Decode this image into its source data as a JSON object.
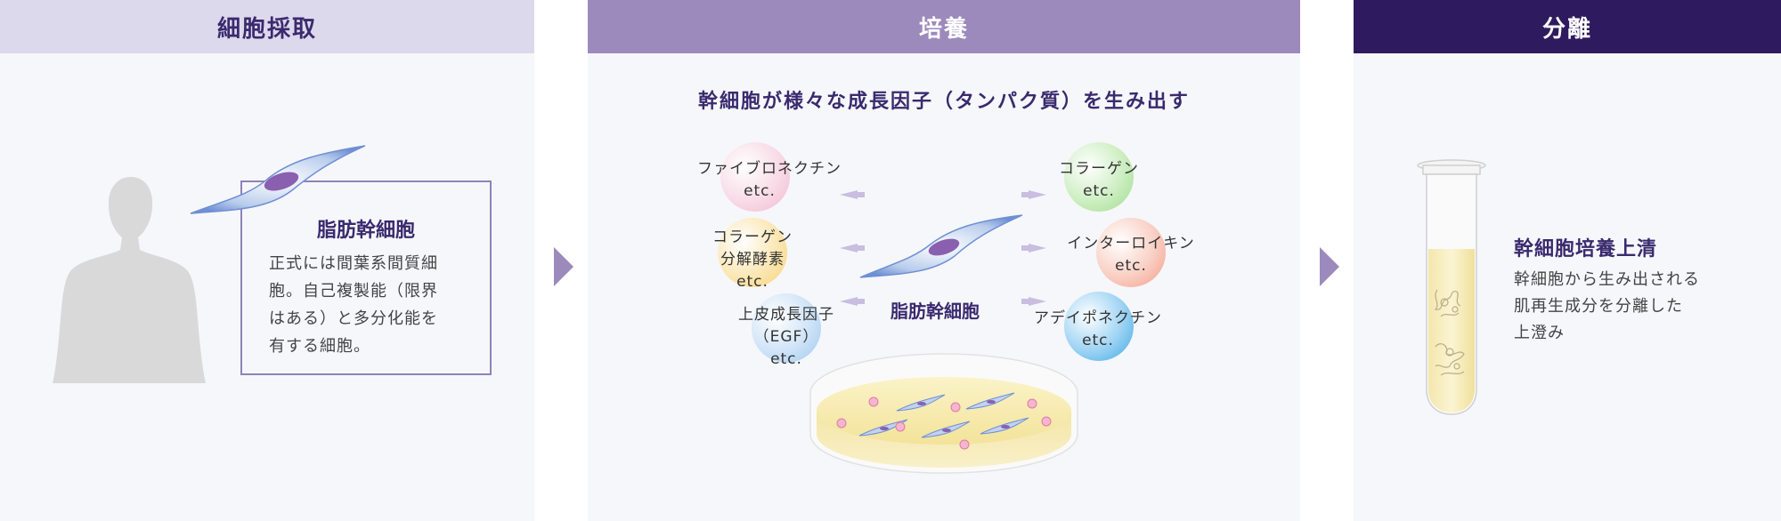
{
  "colors": {
    "stage1": "#ddd9ec",
    "stage2": "#9c8abd",
    "stage3": "#2e1a5e",
    "accent": "#3a2a6e"
  },
  "stages": [
    {
      "title": "細胞採取"
    },
    {
      "title": "培養"
    },
    {
      "title": "分離"
    }
  ],
  "collection": {
    "cell_name": "脂肪幹細胞",
    "description": [
      "正式には間葉系間質細",
      "胞。自己複製能（限界",
      "はある）と多分化能を",
      "有する細胞。"
    ]
  },
  "culture": {
    "title": "幹細胞が様々な成長因子（タンパク質）を生み出す",
    "center_label": "脂肪幹細胞",
    "factors_left": [
      {
        "lines": [
          "ファイブロネクチン",
          "etc."
        ],
        "color": "#f2b8cf"
      },
      {
        "lines": [
          "コラーゲン",
          "分解酵素",
          "etc."
        ],
        "color": "#f7d27a"
      },
      {
        "lines": [
          "上皮成長因子",
          "（EGF）",
          "etc."
        ],
        "color": "#9cc8f0"
      }
    ],
    "factors_right": [
      {
        "lines": [
          "コラーゲン",
          "etc."
        ],
        "color": "#9fdc8c"
      },
      {
        "lines": [
          "インターロイキン",
          "etc."
        ],
        "color": "#f49a86"
      },
      {
        "lines": [
          "アデイポネクチン",
          "etc."
        ],
        "color": "#3ea6e6"
      }
    ]
  },
  "separation": {
    "title": "幹細胞培養上清",
    "description": [
      "幹細胞から生み出される",
      "肌再生成分を分離した",
      "上澄み"
    ]
  }
}
